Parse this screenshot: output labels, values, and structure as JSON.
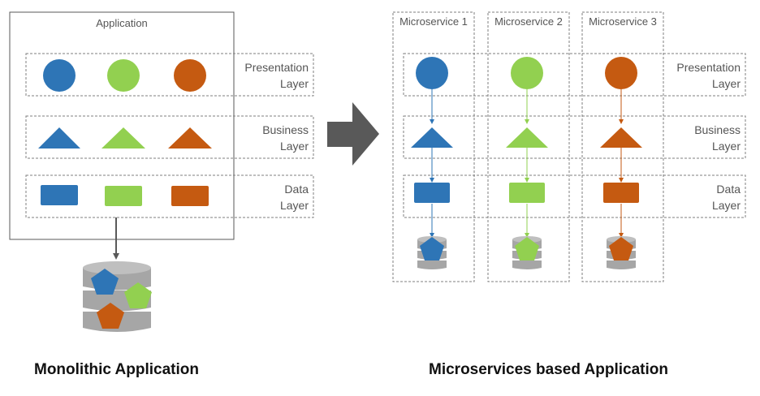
{
  "colors": {
    "blue": "#2e75b6",
    "green": "#92d050",
    "orange": "#c55a11",
    "db_gray": "#a6a6a6",
    "arrow_gray": "#595959",
    "dash_gray": "#7f7f7f",
    "frame_gray": "#595959"
  },
  "monolith": {
    "title": "Application",
    "caption": "Monolithic Application",
    "layers": {
      "presentation": [
        "Presentation",
        "Layer"
      ],
      "business": [
        "Business",
        "Layer"
      ],
      "data": [
        "Data",
        "Layer"
      ]
    }
  },
  "microservices": {
    "caption": "Microservices based Application",
    "services": [
      {
        "name": "Microservice 1",
        "color": "blue"
      },
      {
        "name": "Microservice 2",
        "color": "green"
      },
      {
        "name": "Microservice 3",
        "color": "orange"
      }
    ],
    "layers": {
      "presentation": [
        "Presentation",
        "Layer"
      ],
      "business": [
        "Business",
        "Layer"
      ],
      "data": [
        "Data",
        "Layer"
      ]
    }
  }
}
